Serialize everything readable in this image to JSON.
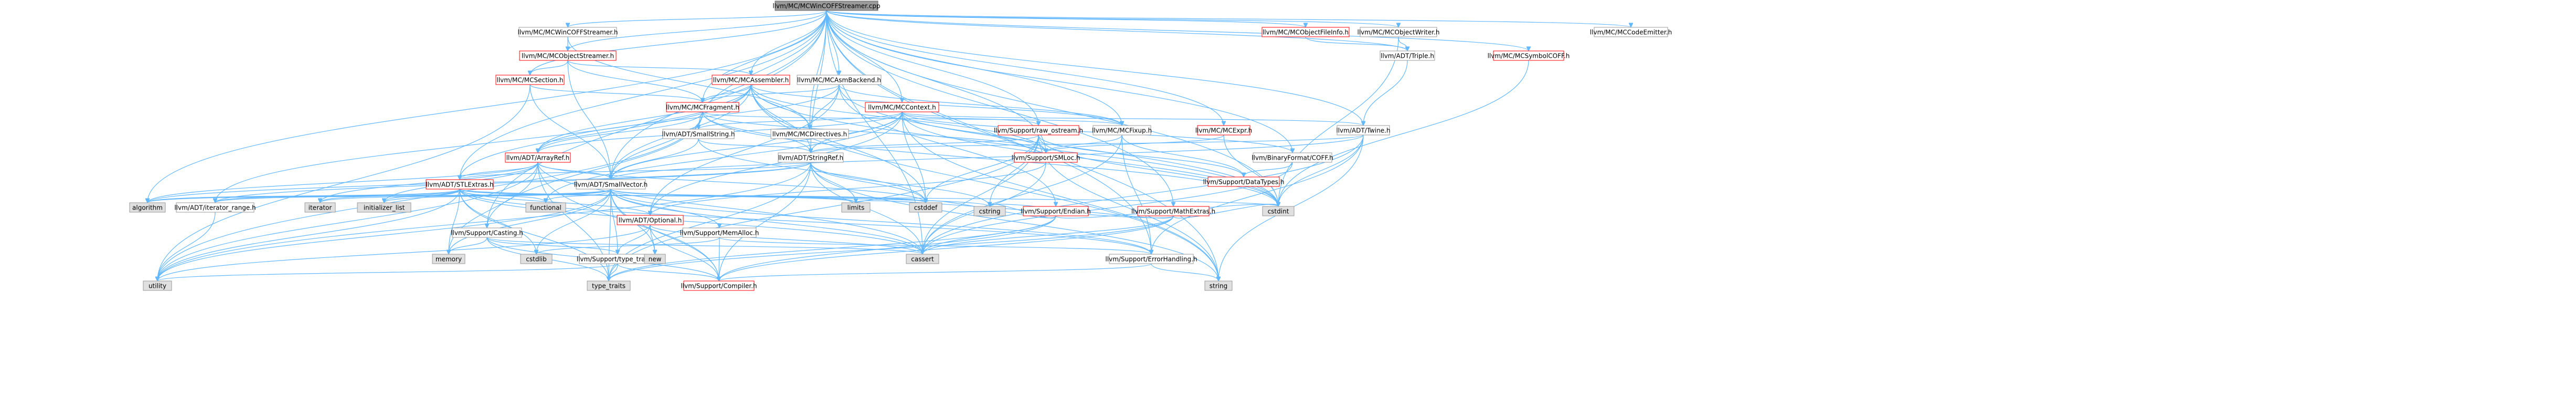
{
  "colors": {
    "root_fill": "#999999",
    "header_fill": "#ffffff",
    "sys_fill": "#e0e0e0",
    "border_grey": "#999999",
    "border_red": "#ff0000",
    "edge": "#63b8ff",
    "text": "#000000"
  },
  "graph": {
    "root": "llvm/MC/MCWinCOFFStreamer.cpp",
    "nodes": [
      {
        "id": "root",
        "label": "llvm/MC/MCWinCOFFStreamer.cpp",
        "kind": "root"
      },
      {
        "id": "mcwincoffstreamer",
        "label": "llvm/MC/MCWinCOFFStreamer.h",
        "kind": "header"
      },
      {
        "id": "mcobjectstreamer",
        "label": "llvm/MC/MCObjectStreamer.h",
        "kind": "header-red"
      },
      {
        "id": "mcsection",
        "label": "llvm/MC/MCSection.h",
        "kind": "header-red"
      },
      {
        "id": "mcassembler",
        "label": "llvm/MC/MCAssembler.h",
        "kind": "header-red"
      },
      {
        "id": "mcasmbackend",
        "label": "llvm/MC/MCAsmBackend.h",
        "kind": "header"
      },
      {
        "id": "mccontext",
        "label": "llvm/MC/MCContext.h",
        "kind": "header-red"
      },
      {
        "id": "mcfragment",
        "label": "llvm/MC/MCFragment.h",
        "kind": "header-red"
      },
      {
        "id": "mcdirectives",
        "label": "llvm/MC/MCDirectives.h",
        "kind": "header"
      },
      {
        "id": "mcfixup",
        "label": "llvm/MC/MCFixup.h",
        "kind": "header"
      },
      {
        "id": "mcexpr",
        "label": "llvm/MC/MCExpr.h",
        "kind": "header-red"
      },
      {
        "id": "mcobjectfileinfo",
        "label": "llvm/MC/MCObjectFileInfo.h",
        "kind": "header-red"
      },
      {
        "id": "mcobjectwriter",
        "label": "llvm/MC/MCObjectWriter.h",
        "kind": "header"
      },
      {
        "id": "mcsymbolcoff",
        "label": "llvm/MC/MCSymbolCOFF.h",
        "kind": "header-red"
      },
      {
        "id": "mccodeemitter",
        "label": "llvm/MC/MCCodeEmitter.h",
        "kind": "header"
      },
      {
        "id": "triple",
        "label": "llvm/ADT/Triple.h",
        "kind": "header"
      },
      {
        "id": "twine",
        "label": "llvm/ADT/Twine.h",
        "kind": "header"
      },
      {
        "id": "coff",
        "label": "llvm/BinaryFormat/COFF.h",
        "kind": "header"
      },
      {
        "id": "rawostream",
        "label": "llvm/Support/raw_ostream.h",
        "kind": "header-red"
      },
      {
        "id": "smloc",
        "label": "llvm/Support/SMLoc.h",
        "kind": "header-red"
      },
      {
        "id": "datatypes",
        "label": "llvm/Support/DataTypes.h",
        "kind": "header-red"
      },
      {
        "id": "smallstring",
        "label": "llvm/ADT/SmallString.h",
        "kind": "header"
      },
      {
        "id": "stringref",
        "label": "llvm/ADT/StringRef.h",
        "kind": "header"
      },
      {
        "id": "arrayref",
        "label": "llvm/ADT/ArrayRef.h",
        "kind": "header-red"
      },
      {
        "id": "stlextras",
        "label": "llvm/ADT/STLExtras.h",
        "kind": "header-red"
      },
      {
        "id": "smallvector",
        "label": "llvm/ADT/SmallVector.h",
        "kind": "header"
      },
      {
        "id": "endian",
        "label": "llvm/Support/Endian.h",
        "kind": "header-red"
      },
      {
        "id": "mathextras",
        "label": "llvm/Support/MathExtras.h",
        "kind": "header-red"
      },
      {
        "id": "iteratorrange",
        "label": "llvm/ADT/iterator_range.h",
        "kind": "header"
      },
      {
        "id": "casting",
        "label": "llvm/Support/Casting.h",
        "kind": "header"
      },
      {
        "id": "optional",
        "label": "llvm/ADT/Optional.h",
        "kind": "header-red"
      },
      {
        "id": "memalloc",
        "label": "llvm/Support/MemAlloc.h",
        "kind": "header"
      },
      {
        "id": "typetraits",
        "label": "llvm/Support/type_traits.h",
        "kind": "header"
      },
      {
        "id": "errorhandling",
        "label": "llvm/Support/ErrorHandling.h",
        "kind": "header"
      },
      {
        "id": "compiler",
        "label": "llvm/Support/Compiler.h",
        "kind": "header-red"
      },
      {
        "id": "algorithm",
        "label": "algorithm",
        "kind": "sys"
      },
      {
        "id": "iterator",
        "label": "iterator",
        "kind": "sys"
      },
      {
        "id": "initlist",
        "label": "initializer_list",
        "kind": "sys"
      },
      {
        "id": "functional",
        "label": "functional",
        "kind": "sys"
      },
      {
        "id": "limits",
        "label": "limits",
        "kind": "sys"
      },
      {
        "id": "cstddef",
        "label": "cstddef",
        "kind": "sys"
      },
      {
        "id": "cstring",
        "label": "cstring",
        "kind": "sys"
      },
      {
        "id": "cstdint",
        "label": "cstdint",
        "kind": "sys"
      },
      {
        "id": "cassert",
        "label": "cassert",
        "kind": "sys"
      },
      {
        "id": "memory",
        "label": "memory",
        "kind": "sys"
      },
      {
        "id": "cstdlib",
        "label": "cstdlib",
        "kind": "sys"
      },
      {
        "id": "new",
        "label": "new",
        "kind": "sys"
      },
      {
        "id": "utility",
        "label": "utility",
        "kind": "sys"
      },
      {
        "id": "typetraitsstd",
        "label": "type_traits",
        "kind": "sys"
      },
      {
        "id": "string",
        "label": "string",
        "kind": "sys"
      }
    ],
    "edges": [
      [
        "root",
        "mcwincoffstreamer"
      ],
      [
        "root",
        "mcobjectstreamer"
      ],
      [
        "root",
        "mcsection"
      ],
      [
        "root",
        "mcassembler"
      ],
      [
        "root",
        "mcasmbackend"
      ],
      [
        "root",
        "mccontext"
      ],
      [
        "root",
        "mcfragment"
      ],
      [
        "root",
        "mcdirectives"
      ],
      [
        "root",
        "mcfixup"
      ],
      [
        "root",
        "mcexpr"
      ],
      [
        "root",
        "mcobjectfileinfo"
      ],
      [
        "root",
        "mcobjectwriter"
      ],
      [
        "root",
        "mcsymbolcoff"
      ],
      [
        "root",
        "mccodeemitter"
      ],
      [
        "root",
        "triple"
      ],
      [
        "root",
        "twine"
      ],
      [
        "root",
        "coff"
      ],
      [
        "root",
        "rawostream"
      ],
      [
        "root",
        "smloc"
      ],
      [
        "root",
        "smallstring"
      ],
      [
        "root",
        "stringref"
      ],
      [
        "root",
        "stlextras"
      ],
      [
        "root",
        "smallvector"
      ],
      [
        "root",
        "casting"
      ],
      [
        "root",
        "errorhandling"
      ],
      [
        "root",
        "mathextras"
      ],
      [
        "root",
        "algorithm"
      ],
      [
        "root",
        "cassert"
      ],
      [
        "root",
        "cstdint"
      ],
      [
        "root",
        "string"
      ],
      [
        "mcwincoffstreamer",
        "mcobjectstreamer"
      ],
      [
        "mcwincoffstreamer",
        "mcdirectives"
      ],
      [
        "mcobjectstreamer",
        "mcassembler"
      ],
      [
        "mcobjectstreamer",
        "mcsection"
      ],
      [
        "mcobjectstreamer",
        "mcfragment"
      ],
      [
        "mcobjectstreamer",
        "smallvector"
      ],
      [
        "mcsection",
        "mcfragment"
      ],
      [
        "mcsection",
        "smallvector"
      ],
      [
        "mcsection",
        "utility"
      ],
      [
        "mcassembler",
        "mcfragment"
      ],
      [
        "mcassembler",
        "mcdirectives"
      ],
      [
        "mcassembler",
        "mcfixup"
      ],
      [
        "mcassembler",
        "arrayref"
      ],
      [
        "mcassembler",
        "stlextras"
      ],
      [
        "mcassembler",
        "stringref"
      ],
      [
        "mcassembler",
        "smallvector"
      ],
      [
        "mcassembler",
        "iteratorrange"
      ],
      [
        "mcassembler",
        "smloc"
      ],
      [
        "mcassembler",
        "cstddef"
      ],
      [
        "mcassembler",
        "cstdint"
      ],
      [
        "mcassembler",
        "string"
      ],
      [
        "mcasmbackend",
        "mcfragment"
      ],
      [
        "mcasmbackend",
        "mcdirectives"
      ],
      [
        "mcasmbackend",
        "mcfixup"
      ],
      [
        "mcasmbackend",
        "arrayref"
      ],
      [
        "mcasmbackend",
        "optional"
      ],
      [
        "mcasmbackend",
        "endian"
      ],
      [
        "mcasmbackend",
        "cstdint"
      ],
      [
        "mccontext",
        "arrayref"
      ],
      [
        "mccontext",
        "smallstring"
      ],
      [
        "mccontext",
        "smallvector"
      ],
      [
        "mccontext",
        "stringref"
      ],
      [
        "mccontext",
        "twine"
      ],
      [
        "mccontext",
        "rawostream"
      ],
      [
        "mccontext",
        "smloc"
      ],
      [
        "mccontext",
        "optional"
      ],
      [
        "mccontext",
        "coff"
      ],
      [
        "mccontext",
        "functional"
      ],
      [
        "mccontext",
        "cstddef"
      ],
      [
        "mccontext",
        "cstdint"
      ],
      [
        "mccontext",
        "string"
      ],
      [
        "mcfragment",
        "arrayref"
      ],
      [
        "mcfragment",
        "smallstring"
      ],
      [
        "mcfragment",
        "smallvector"
      ],
      [
        "mcfragment",
        "stringref"
      ],
      [
        "mcfragment",
        "mcfixup"
      ],
      [
        "mcfragment",
        "smloc"
      ],
      [
        "mcfragment",
        "casting"
      ],
      [
        "mcfragment",
        "cstdint"
      ],
      [
        "mcfragment",
        "utility"
      ],
      [
        "mcfixup",
        "smloc"
      ],
      [
        "mcfixup",
        "datatypes"
      ],
      [
        "mcfixup",
        "errorhandling"
      ],
      [
        "mcfixup",
        "cassert"
      ],
      [
        "mcexpr",
        "smloc"
      ],
      [
        "mcexpr",
        "cstdint"
      ],
      [
        "mcobjectfileinfo",
        "triple"
      ],
      [
        "mcobjectwriter",
        "triple"
      ],
      [
        "mcobjectwriter",
        "cstdint"
      ],
      [
        "mcsymbolcoff",
        "cstdint"
      ],
      [
        "triple",
        "twine"
      ],
      [
        "twine",
        "smallvector"
      ],
      [
        "twine",
        "stringref"
      ],
      [
        "twine",
        "errorhandling"
      ],
      [
        "twine",
        "cassert"
      ],
      [
        "twine",
        "cstdint"
      ],
      [
        "twine",
        "string"
      ],
      [
        "coff",
        "datatypes"
      ],
      [
        "coff",
        "cassert"
      ],
      [
        "rawostream",
        "stringref"
      ],
      [
        "rawostream",
        "datatypes"
      ],
      [
        "rawostream",
        "cassert"
      ],
      [
        "rawostream",
        "cstddef"
      ],
      [
        "rawostream",
        "cstdint"
      ],
      [
        "rawostream",
        "cstring"
      ],
      [
        "rawostream",
        "string"
      ],
      [
        "rawostream",
        "typetraitsstd"
      ],
      [
        "smloc",
        "optional"
      ],
      [
        "smloc",
        "cassert"
      ],
      [
        "smallstring",
        "smallvector"
      ],
      [
        "smallstring",
        "stringref"
      ],
      [
        "smallstring",
        "cstddef"
      ],
      [
        "stringref",
        "stlextras"
      ],
      [
        "stringref",
        "iteratorrange"
      ],
      [
        "stringref",
        "compiler"
      ],
      [
        "stringref",
        "algorithm"
      ],
      [
        "stringref",
        "cassert"
      ],
      [
        "stringref",
        "cstddef"
      ],
      [
        "stringref",
        "cstring"
      ],
      [
        "stringref",
        "limits"
      ],
      [
        "stringref",
        "string"
      ],
      [
        "stringref",
        "typetraitsstd"
      ],
      [
        "stringref",
        "utility"
      ],
      [
        "arrayref",
        "stlextras"
      ],
      [
        "arrayref",
        "smallvector"
      ],
      [
        "arrayref",
        "compiler"
      ],
      [
        "arrayref",
        "algorithm"
      ],
      [
        "arrayref",
        "cassert"
      ],
      [
        "arrayref",
        "cstddef"
      ],
      [
        "arrayref",
        "initlist"
      ],
      [
        "arrayref",
        "iterator"
      ],
      [
        "arrayref",
        "memory"
      ],
      [
        "arrayref",
        "typetraitsstd"
      ],
      [
        "arrayref",
        "utility"
      ],
      [
        "stlextras",
        "iteratorrange"
      ],
      [
        "stlextras",
        "optional"
      ],
      [
        "stlextras",
        "errorhandling"
      ],
      [
        "stlextras",
        "algorithm"
      ],
      [
        "stlextras",
        "cassert"
      ],
      [
        "stlextras",
        "cstddef"
      ],
      [
        "stlextras",
        "cstdint"
      ],
      [
        "stlextras",
        "cstdlib"
      ],
      [
        "stlextras",
        "functional"
      ],
      [
        "stlextras",
        "initlist"
      ],
      [
        "stlextras",
        "iterator"
      ],
      [
        "stlextras",
        "limits"
      ],
      [
        "stlextras",
        "memory"
      ],
      [
        "stlextras",
        "typetraitsstd"
      ],
      [
        "stlextras",
        "utility"
      ],
      [
        "smallvector",
        "iteratorrange"
      ],
      [
        "smallvector",
        "compiler"
      ],
      [
        "smallvector",
        "memalloc"
      ],
      [
        "smallvector",
        "typetraits"
      ],
      [
        "smallvector",
        "errorhandling"
      ],
      [
        "smallvector",
        "algorithm"
      ],
      [
        "smallvector",
        "cassert"
      ],
      [
        "smallvector",
        "cstddef"
      ],
      [
        "smallvector",
        "cstdlib"
      ],
      [
        "smallvector",
        "cstring"
      ],
      [
        "smallvector",
        "functional"
      ],
      [
        "smallvector",
        "initlist"
      ],
      [
        "smallvector",
        "iterator"
      ],
      [
        "smallvector",
        "limits"
      ],
      [
        "smallvector",
        "memory"
      ],
      [
        "smallvector",
        "new"
      ],
      [
        "smallvector",
        "typetraitsstd"
      ],
      [
        "smallvector",
        "utility"
      ],
      [
        "endian",
        "compiler"
      ],
      [
        "endian",
        "cassert"
      ],
      [
        "endian",
        "cstddef"
      ],
      [
        "endian",
        "cstdint"
      ],
      [
        "endian",
        "cstring"
      ],
      [
        "endian",
        "typetraitsstd"
      ],
      [
        "mathextras",
        "compiler"
      ],
      [
        "mathextras",
        "cassert"
      ],
      [
        "mathextras",
        "cstdint"
      ],
      [
        "mathextras",
        "cstring"
      ],
      [
        "mathextras",
        "limits"
      ],
      [
        "mathextras",
        "typetraitsstd"
      ],
      [
        "iteratorrange",
        "utility"
      ],
      [
        "casting",
        "compiler"
      ],
      [
        "casting",
        "typetraits"
      ],
      [
        "casting",
        "cassert"
      ],
      [
        "casting",
        "memory"
      ],
      [
        "casting",
        "typetraitsstd"
      ],
      [
        "optional",
        "compiler"
      ],
      [
        "optional",
        "typetraits"
      ],
      [
        "optional",
        "cassert"
      ],
      [
        "optional",
        "new"
      ],
      [
        "optional",
        "utility"
      ],
      [
        "memalloc",
        "compiler"
      ],
      [
        "memalloc",
        "errorhandling"
      ],
      [
        "memalloc",
        "cstdlib"
      ],
      [
        "typetraits",
        "compiler"
      ],
      [
        "typetraits",
        "typetraitsstd"
      ],
      [
        "typetraits",
        "utility"
      ],
      [
        "errorhandling",
        "compiler"
      ],
      [
        "errorhandling",
        "string"
      ]
    ]
  }
}
